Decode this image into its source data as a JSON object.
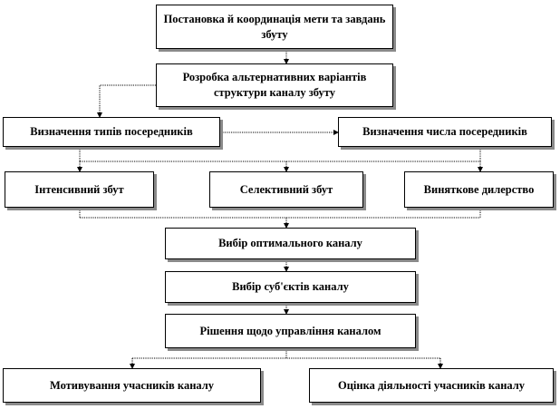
{
  "diagram": {
    "steps": {
      "goals": "Постановка й координація мети та завдань збуту",
      "alternatives": "Розробка альтернативних варіантів структури каналу збуту",
      "intermediary_types": "Визначення типів посередників",
      "intermediary_count": "Визначення числа посередників",
      "intensive": "Інтенсивний збут",
      "selective": "Селективний збут",
      "exclusive": "Виняткове дилерство",
      "optimal_channel": "Вибір оптимального каналу",
      "channel_subjects": "Вибір суб'єктів каналу",
      "channel_management": "Рішення щодо управління каналом",
      "motivation": "Мотивування учасників каналу",
      "evaluation": "Оцінка діяльності учасників каналу"
    }
  }
}
